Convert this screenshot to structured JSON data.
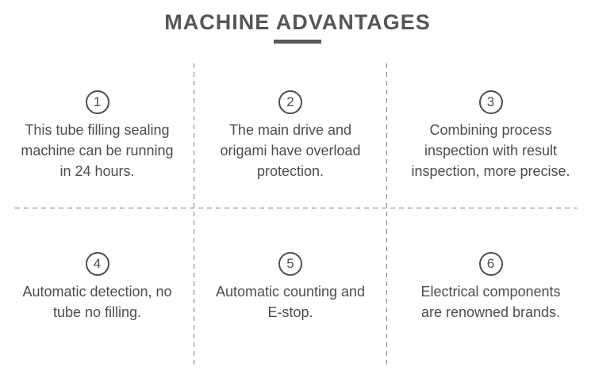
{
  "header": {
    "title": "MACHINE ADVANTAGES"
  },
  "advantages": {
    "items": [
      {
        "number": "1",
        "text": "This tube filling sealing\nmachine can be running\nin 24 hours."
      },
      {
        "number": "2",
        "text": "The main drive and\norigami have overload\nprotection."
      },
      {
        "number": "3",
        "text": "Combining process\ninspection with result\ninspection, more precise."
      },
      {
        "number": "4",
        "text": "Automatic detection, no\ntube no filling."
      },
      {
        "number": "5",
        "text": "Automatic counting and\nE-stop."
      },
      {
        "number": "6",
        "text": "Electrical components\nare renowned brands."
      }
    ]
  },
  "colors": {
    "title_text": "#565656",
    "title_underline": "#5a5a5a",
    "body_text": "#4d4d4d",
    "badge_border": "#4f4f4f",
    "divider": "#7e7e7e",
    "background": "#ffffff"
  }
}
